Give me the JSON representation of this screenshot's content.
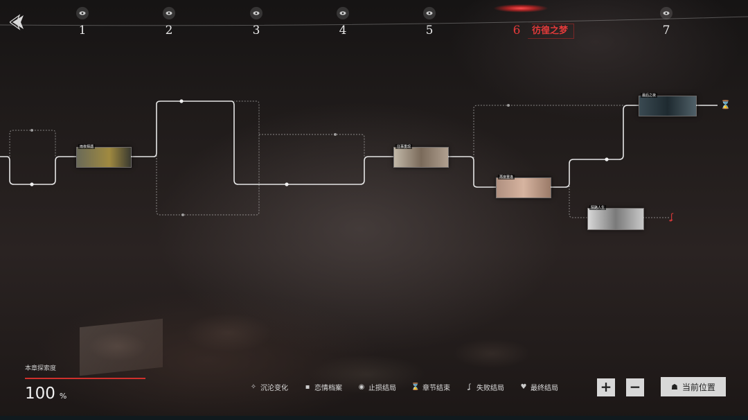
{
  "header": {
    "chapters": [
      "1",
      "2",
      "3",
      "4",
      "5",
      "6",
      "7"
    ],
    "current_index": 5,
    "current_title": "彷徨之梦"
  },
  "flow": {
    "nodes": [
      {
        "label": "雨夜相遇"
      },
      {
        "label": "往事重现"
      },
      {
        "label": "再度重逢"
      },
      {
        "label": "最后之夜"
      },
      {
        "label": "陌路人生"
      }
    ]
  },
  "progress": {
    "label": "本章探索度",
    "value": "100",
    "unit": "%",
    "fill_fraction": 1.0
  },
  "legend": [
    {
      "label": "沉沦变化",
      "icon": "sparkle-icon"
    },
    {
      "label": "恋情档案",
      "icon": "file-icon"
    },
    {
      "label": "止损结局",
      "icon": "eye-icon"
    },
    {
      "label": "章节结束",
      "icon": "hourglass-icon"
    },
    {
      "label": "失败结局",
      "icon": "hook-icon"
    },
    {
      "label": "最终结局",
      "icon": "heart-icon"
    }
  ],
  "controls": {
    "zoom_in": "+",
    "zoom_out": "−",
    "current_position": "当前位置"
  },
  "colors": {
    "accent_red": "#e23a3a",
    "button_bg": "#d8d8d8"
  }
}
